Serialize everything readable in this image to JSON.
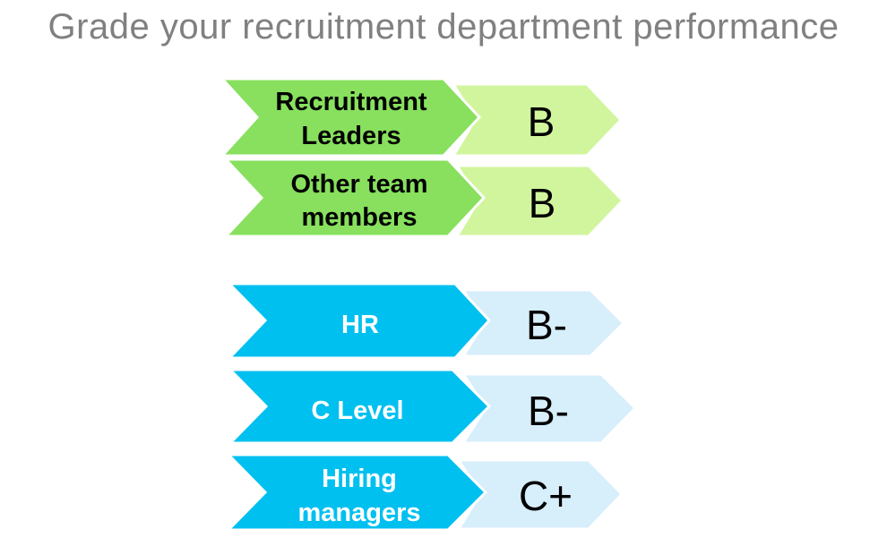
{
  "title": "Grade your recruitment department performance",
  "colors": {
    "green_dark": "#88e05e",
    "green_light": "#d1f59d",
    "blue_dark": "#00c0f0",
    "blue_light": "#d7eefb",
    "title_gray": "#808080"
  },
  "rows": [
    {
      "label_lines": [
        "Recruitment",
        "Leaders"
      ],
      "grade": "B",
      "color": "green"
    },
    {
      "label_lines": [
        "Other team",
        "members"
      ],
      "grade": "B",
      "color": "green"
    },
    {
      "label_lines": [
        "HR"
      ],
      "grade": "B-",
      "color": "blue"
    },
    {
      "label_lines": [
        "C Level"
      ],
      "grade": "B-",
      "color": "blue"
    },
    {
      "label_lines": [
        "Hiring",
        "managers"
      ],
      "grade": "C+",
      "color": "blue"
    }
  ]
}
